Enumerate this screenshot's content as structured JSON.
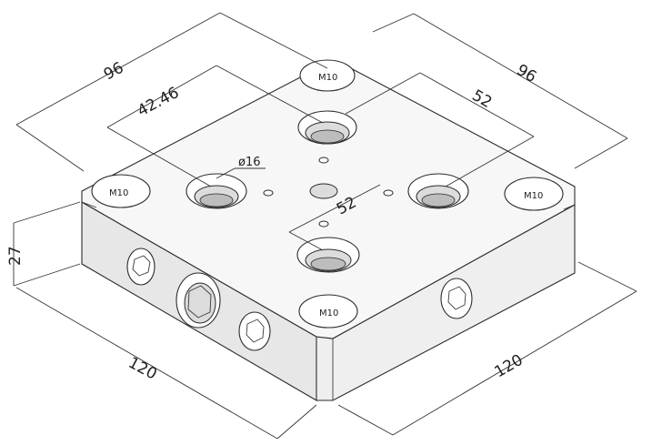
{
  "dimensions": {
    "left_top_width": "96",
    "inner_left": "42.46",
    "right_top_width": "96",
    "inner_right": "52",
    "center_offset": "52",
    "height": "27",
    "base_left": "120",
    "base_right": "120"
  },
  "holes": {
    "thread_label": "M10",
    "diameter_label": "ø16"
  }
}
